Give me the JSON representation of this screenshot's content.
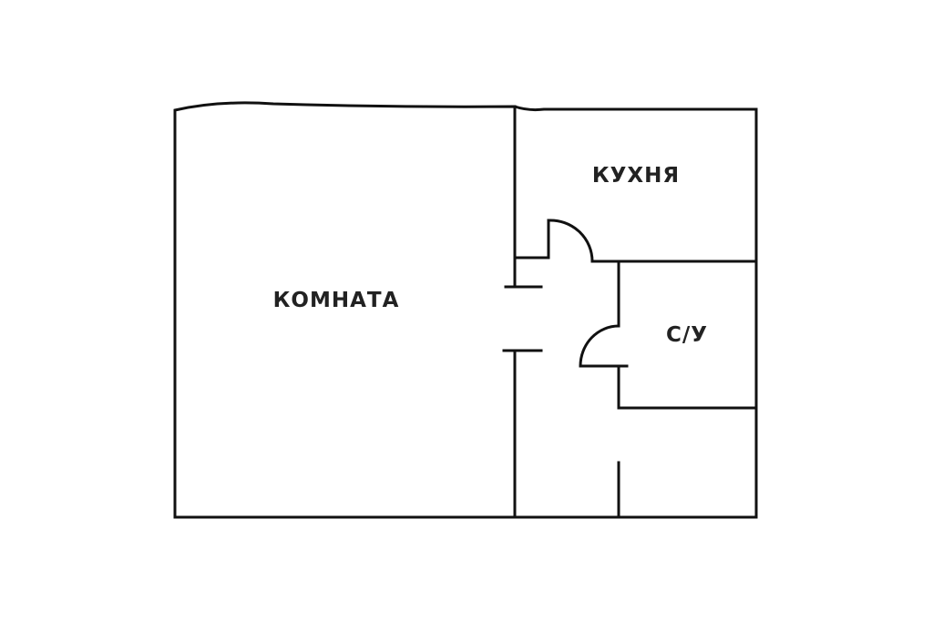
{
  "rooms": {
    "living_room": "КОМНАТА",
    "kitchen": "КУХНЯ",
    "bathroom": "С/У"
  },
  "colors": {
    "wall": "#111111",
    "background": "#ffffff"
  }
}
